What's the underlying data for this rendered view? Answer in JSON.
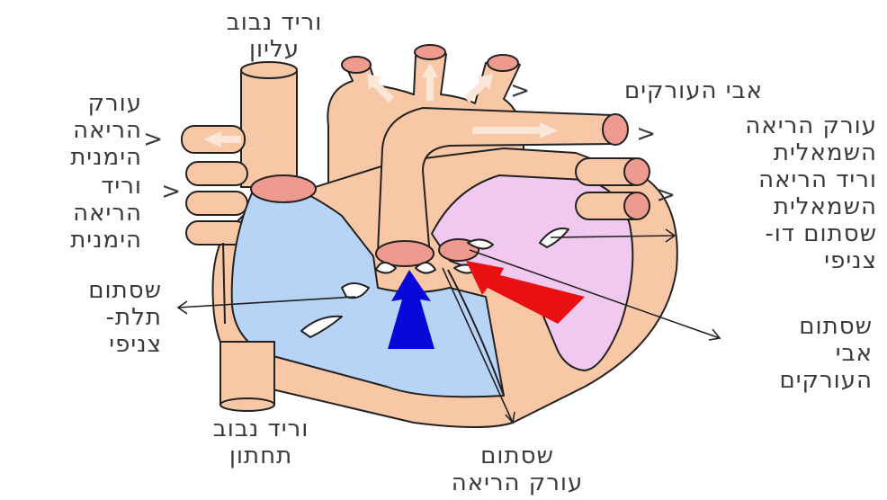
{
  "labels": {
    "superior_vena_cava": "וריד נבוב\nעליון",
    "aorta": "אבי העורקים",
    "right_pulmonary_artery": "עורק\nהריאה\nהימנית",
    "right_pulmonary_veins": "וריד\nהריאה\nהימנית",
    "left_pulmonary_artery": "עורק הריאה\nהשמאלית",
    "left_pulmonary_veins": "וריד הריאה\nהשמאלית",
    "mitral_valve": "שסתום דו-\nצניפי",
    "tricuspid_valve": "שסתום\nתלת-\nצניפי",
    "aortic_valve": "שסתום\nאבי\nהעורקים",
    "inferior_vena_cava": "וריד נבוב\nתחתון",
    "pulmonary_valve": "שסתום\nעורק הריאה"
  },
  "colors": {
    "vessel": "#f7c7a6",
    "vessel_end": "#ee9a8e",
    "outline": "#222222",
    "right_side": "#b7d3f5",
    "left_side": "#f1c8ef",
    "blood_flow_deoxygenated": "#0a08d8",
    "blood_flow_oxygenated": "#e81010",
    "flow_arrow": "#fbe6d8"
  },
  "markers": {
    "chevron": "<"
  }
}
